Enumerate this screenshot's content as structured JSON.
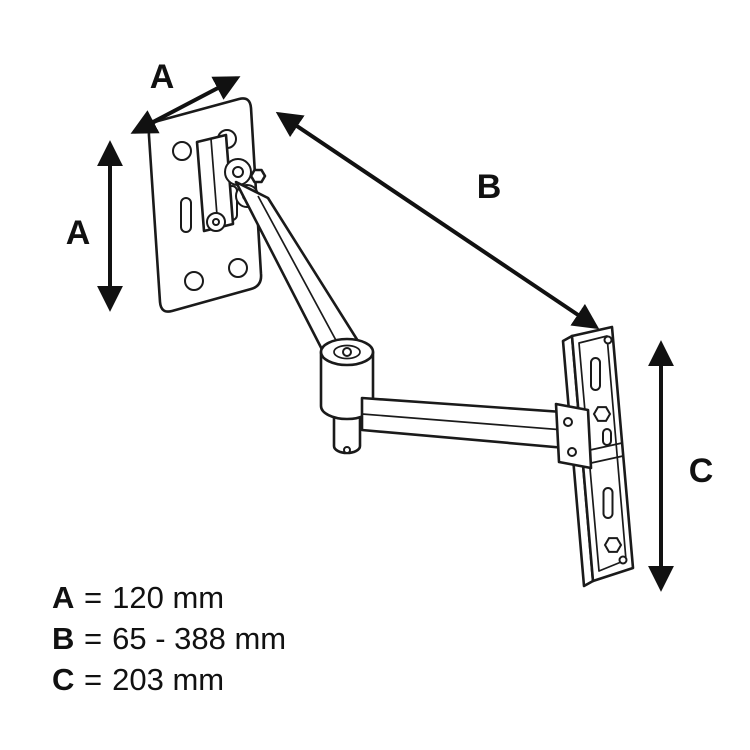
{
  "diagram": {
    "labels": {
      "dim_a_top": "A",
      "dim_a_left": "A",
      "dim_b": "B",
      "dim_c": "C"
    },
    "legend": {
      "rows": [
        {
          "key": "A",
          "sep": "=",
          "value": "120 mm"
        },
        {
          "key": "B",
          "sep": "=",
          "value": "65 - 388 mm"
        },
        {
          "key": "C",
          "sep": "=",
          "value": "203 mm"
        }
      ]
    }
  }
}
